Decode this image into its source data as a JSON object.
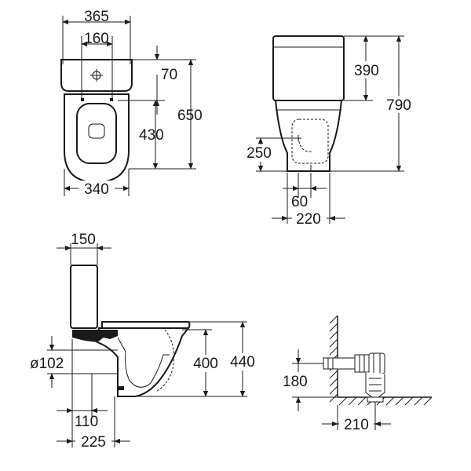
{
  "dimensions": {
    "top_view": {
      "overall_width": "365",
      "fixing_spacing": "160",
      "fixing_offset": "70",
      "overall_length": "650",
      "bowl_length": "430",
      "bowl_width": "340"
    },
    "front_view": {
      "cistern_height": "390",
      "overall_height": "790",
      "outlet_height": "250",
      "outlet_width": "60",
      "base_width": "220"
    },
    "side_view": {
      "cistern_depth": "150",
      "pipe_diameter": "ø102",
      "seat_height": "400",
      "rim_height": "440",
      "outlet_offset": "110",
      "outlet_distance": "225"
    },
    "wall_detail": {
      "outlet_center_height": "180",
      "wall_distance": "210"
    }
  }
}
